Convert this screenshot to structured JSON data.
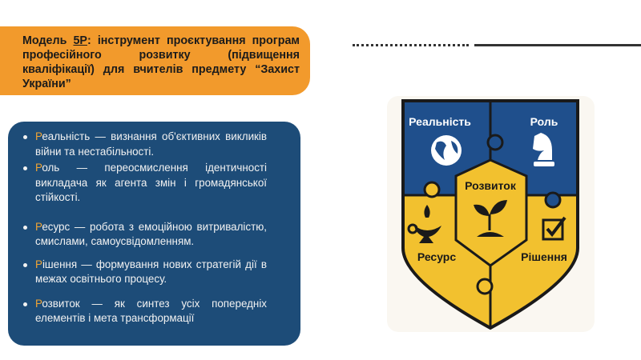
{
  "title": {
    "prefix": "Модель ",
    "model": "5P",
    "rest": ": інструмент проєктування програм професійного розвитку (підвищення кваліфікації) для вчителів предмету “Захист України”"
  },
  "bullets": [
    {
      "initial": "Р",
      "text": "еальність — визнання об'єктивних викликів війни та нестабільності."
    },
    {
      "initial": "Р",
      "text": "оль — переосмислення ідентичності викладача як агента змін і громадянської стійкості."
    },
    {
      "initial": "Р",
      "text": "есурс — робота з емоційною витривалістю, смислами, самоусвідомленням."
    },
    {
      "initial": "Р",
      "text": "ішення — формування нових стратегій дії в межах освітнього процесу."
    },
    {
      "initial": "Р",
      "text": "озвиток — як синтез усіх попередніх елементів і мета трансформації"
    }
  ],
  "shield": {
    "reality": "Реальність",
    "role": "Роль",
    "development": "Розвиток",
    "resource": "Ресурс",
    "decision": "Рішення",
    "colors": {
      "blue": "#1F4F8C",
      "yellow": "#F2C12F",
      "orange": "#F29A2C",
      "panel": "#1D4C78"
    }
  }
}
